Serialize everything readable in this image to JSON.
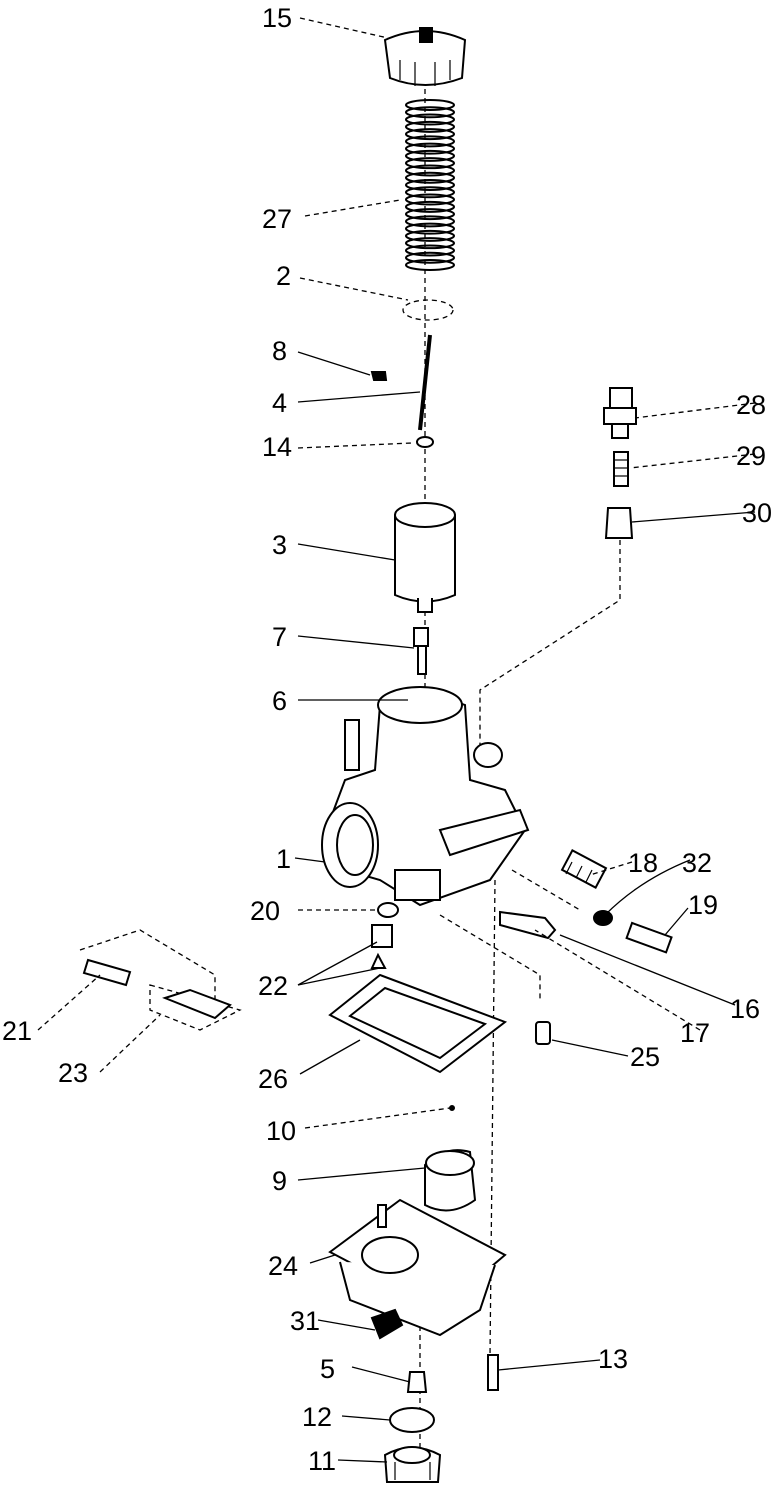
{
  "labels": {
    "l15": "15",
    "l27": "27",
    "l2": "2",
    "l8": "8",
    "l4": "4",
    "l14": "14",
    "l3": "3",
    "l7": "7",
    "l6": "6",
    "l28": "28",
    "l29": "29",
    "l30": "30",
    "l1": "1",
    "l18": "18",
    "l32": "32",
    "l19": "19",
    "l20": "20",
    "l22": "22",
    "l21": "21",
    "l23": "23",
    "l26": "26",
    "l16": "16",
    "l17": "17",
    "l25": "25",
    "l10": "10",
    "l9": "9",
    "l24": "24",
    "l31": "31",
    "l5": "5",
    "l13": "13",
    "l12": "12",
    "l11": "11"
  }
}
